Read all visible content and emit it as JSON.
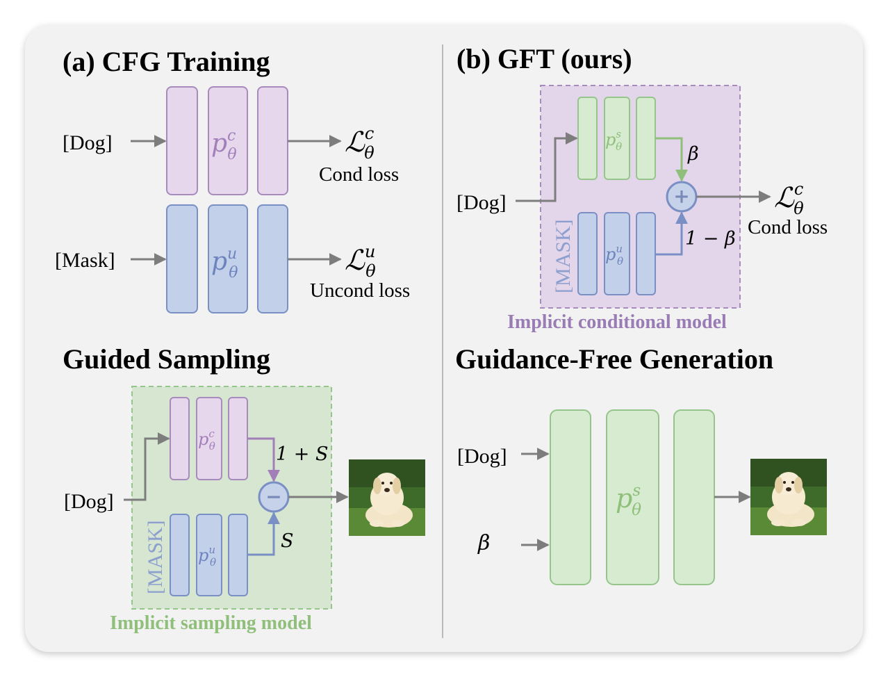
{
  "panel_a": {
    "title": "(a) CFG Training",
    "input_cond": "[Dog]",
    "input_uncond": "[Mask]",
    "cond_model": {
      "base": "p",
      "sup": "c",
      "sub": "θ"
    },
    "uncond_model": {
      "base": "p",
      "sup": "u",
      "sub": "θ"
    },
    "cond_loss_symbol": {
      "base": "ℒ",
      "sup": "c",
      "sub": "θ"
    },
    "cond_loss_label": "Cond loss",
    "uncond_loss_symbol": {
      "base": "ℒ",
      "sup": "u",
      "sub": "θ"
    },
    "uncond_loss_label": "Uncond loss"
  },
  "panel_guided": {
    "title": "Guided Sampling",
    "input": "[Dog]",
    "mask_label": "[MASK]",
    "cond_model": {
      "base": "p",
      "sup": "c",
      "sub": "θ"
    },
    "uncond_model": {
      "base": "p",
      "sup": "u",
      "sub": "θ"
    },
    "weight_cond": "1 + S",
    "weight_uncond": "S",
    "operator": "−",
    "caption": "Implicit sampling model",
    "output": "dog-image"
  },
  "panel_b": {
    "title": "(b) GFT (ours)",
    "input": "[Dog]",
    "mask_label": "[MASK]",
    "sampling_model": {
      "base": "p",
      "sup": "s",
      "sub": "θ"
    },
    "uncond_model": {
      "base": "p",
      "sup": "u",
      "sub": "θ"
    },
    "weight_top": "β",
    "weight_bottom": "1 − β",
    "operator": "+",
    "loss_symbol": {
      "base": "ℒ",
      "sup": "c",
      "sub": "θ"
    },
    "loss_label": "Cond loss",
    "caption": "Implicit conditional model"
  },
  "panel_free": {
    "title": "Guidance-Free Generation",
    "input_cond": "[Dog]",
    "input_beta": "β",
    "model": {
      "base": "p",
      "sup": "s",
      "sub": "θ"
    },
    "output": "dog-image"
  },
  "colors": {
    "purple_fill": "#e6d7ec",
    "purple_stroke": "#a78bbd",
    "blue_fill": "#c3d0ea",
    "blue_stroke": "#7a90c4",
    "green_fill": "#d6ebd0",
    "green_stroke": "#95c58a",
    "arrow": "#7d7d7d"
  }
}
